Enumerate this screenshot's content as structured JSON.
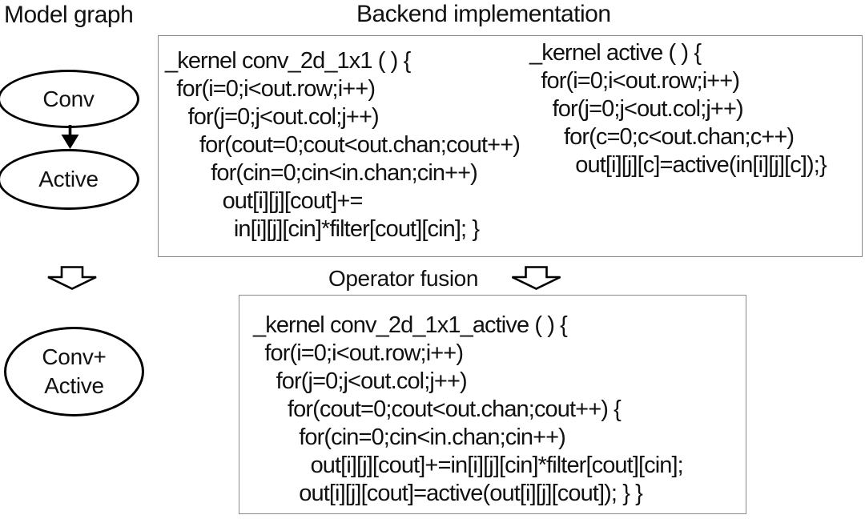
{
  "titles": {
    "model_graph": "Model graph",
    "backend": "Backend implementation",
    "operator_fusion": "Operator fusion"
  },
  "model_graph": {
    "nodes": [
      {
        "id": "conv",
        "label": "Conv"
      },
      {
        "id": "active",
        "label": "Active"
      },
      {
        "id": "fused",
        "label": "Conv+\nActive"
      }
    ]
  },
  "code": {
    "conv_kernel": {
      "lines": [
        "_kernel conv_2d_1x1 ( ) {",
        "  for(i=0;i<out.row;i++)",
        "    for(j=0;j<out.col;j++)",
        "      for(cout=0;cout<out.chan;cout++)",
        "        for(cin=0;cin<in.chan;cin++)",
        "          out[i][j][cout]+=",
        "            in[i][j][cin]*filter[cout][cin]; }"
      ]
    },
    "active_kernel": {
      "lines": [
        "_kernel active ( ) {",
        "  for(i=0;i<out.row;i++)",
        "    for(j=0;j<out.col;j++)",
        "      for(c=0;c<out.chan;c++)",
        "        out[i][j][c]=active(in[i][j][c]);}"
      ]
    },
    "fused_kernel": {
      "lines": [
        "_kernel conv_2d_1x1_active ( ) {",
        "  for(i=0;i<out.row;i++)",
        "    for(j=0;j<out.col;j++)",
        "      for(cout=0;cout<out.chan;cout++) {",
        "        for(cin=0;cin<in.chan;cin++)",
        "          out[i][j][cout]+=in[i][j][cin]*filter[cout][cin];",
        "        out[i][j][cout]=active(out[i][j][cout]); } }"
      ]
    }
  },
  "colors": {
    "background": "#ffffff",
    "text": "#111111",
    "box_border": "#8a8a8a",
    "shape_stroke": "#000000"
  }
}
